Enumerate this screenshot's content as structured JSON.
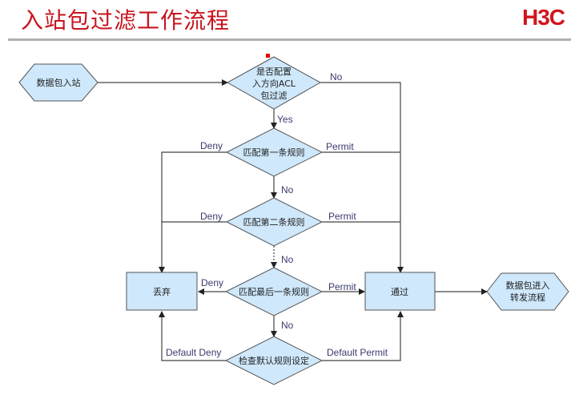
{
  "header": {
    "title": "入站包过滤工作流程",
    "logo": "H3C"
  },
  "colors": {
    "title": "#c8141e",
    "node_fill": "#cfe8fb",
    "node_stroke": "#555555",
    "line": "#444444"
  },
  "nodes": {
    "start": {
      "label": "数据包入站"
    },
    "check_acl": {
      "lines": [
        "是否配置",
        "入方向ACL",
        "包过滤"
      ]
    },
    "rule1": {
      "label": "匹配第一条规则"
    },
    "rule2": {
      "label": "匹配第二条规则"
    },
    "rule_last": {
      "label": "匹配最后一条规则"
    },
    "default_check": {
      "label": "检查默认规则设定"
    },
    "drop": {
      "label": "丢弃"
    },
    "pass": {
      "label": "通过"
    },
    "forward": {
      "lines": [
        "数据包进入",
        "转发流程"
      ]
    }
  },
  "edges": {
    "acl_no": "No",
    "acl_yes": "Yes",
    "rule1_deny": "Deny",
    "rule1_permit": "Permit",
    "rule1_no": "No",
    "rule2_deny": "Deny",
    "rule2_permit": "Permit",
    "rule2_no": "No",
    "last_deny": "Deny",
    "last_permit": "Permit",
    "last_no": "No",
    "default_deny": "Default Deny",
    "default_permit": "Default Permit"
  }
}
